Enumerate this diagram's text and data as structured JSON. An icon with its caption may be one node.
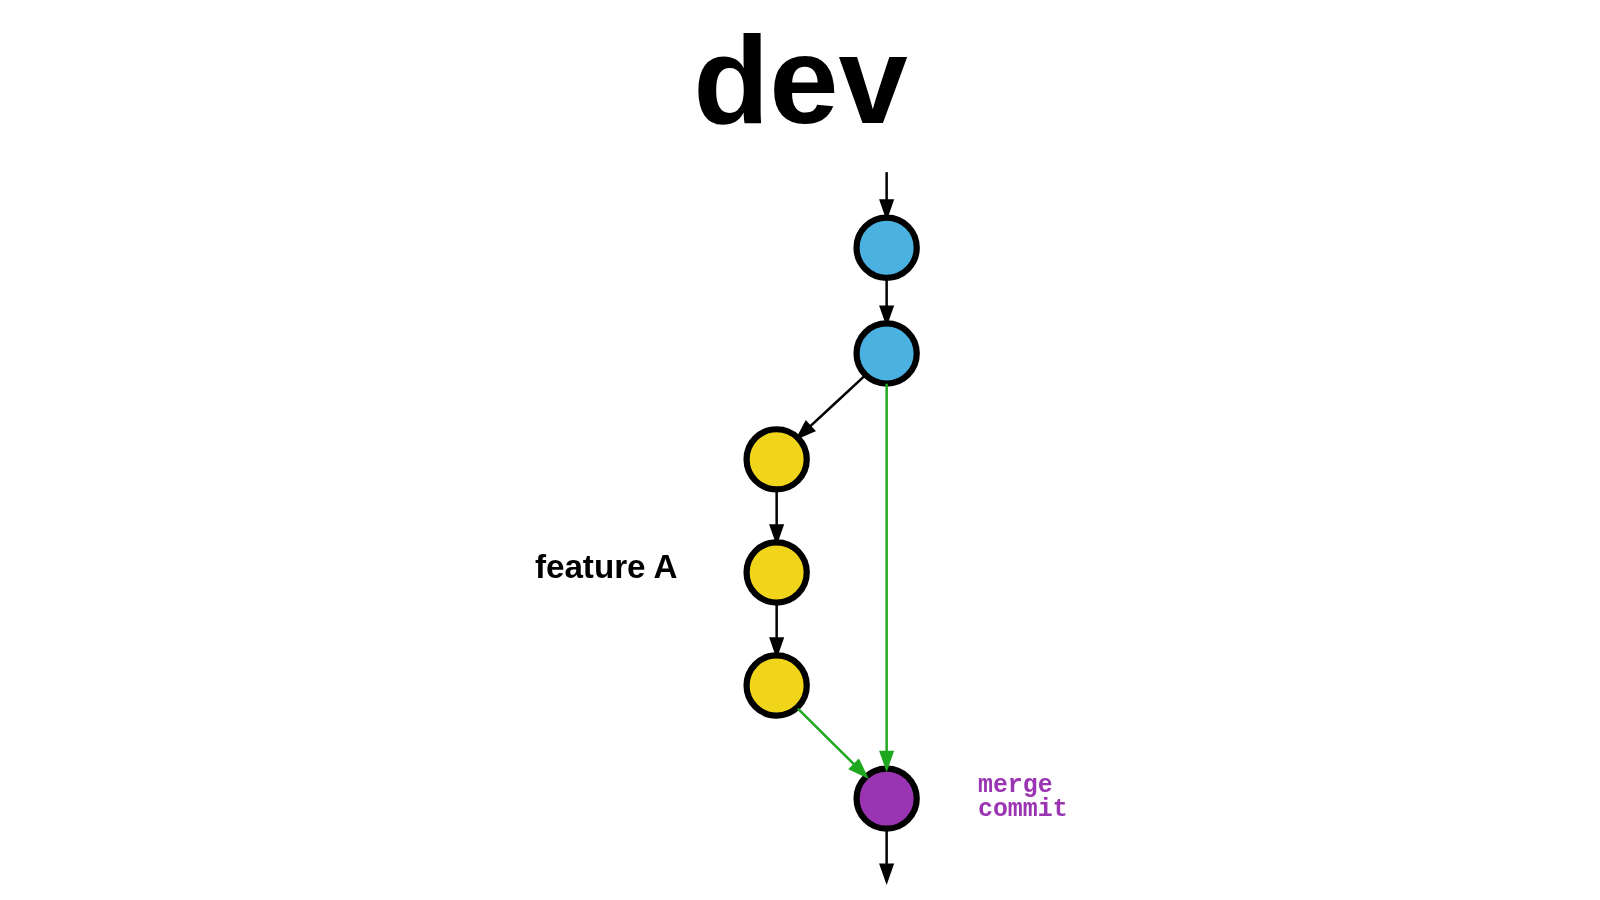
{
  "diagram": {
    "title": "dev",
    "nodes": [
      {
        "text": [],
        "shape": "circle"
      },
      {
        "text": [],
        "shape": "circle"
      },
      {
        "text": [],
        "shape": "circle"
      },
      {
        "text": [],
        "shape": "circle"
      },
      {
        "text": [],
        "shape": "circle"
      },
      {
        "text": [],
        "shape": "circle",
        "beside": [
          "merge commit"
        ]
      }
    ],
    "edges": [
      {
        "from": null,
        "to": 0,
        "arrow": "to"
      },
      {
        "from": 0,
        "to": 1,
        "arrow": "to"
      },
      {
        "from": 1,
        "to": 2,
        "arrow": "to"
      },
      {
        "from": 2,
        "to": 3,
        "arrow": "to"
      },
      {
        "from": 3,
        "to": 4,
        "arrow": "to"
      },
      {
        "from": 1,
        "to": 5,
        "arrow": "to",
        "color": "#1fa81f"
      },
      {
        "from": 4,
        "to": 5,
        "arrow": "to",
        "color": "#1fa81f"
      },
      {
        "from": 5,
        "to": null,
        "arrow": "to"
      }
    ],
    "labels": [
      "feature A"
    ]
  }
}
